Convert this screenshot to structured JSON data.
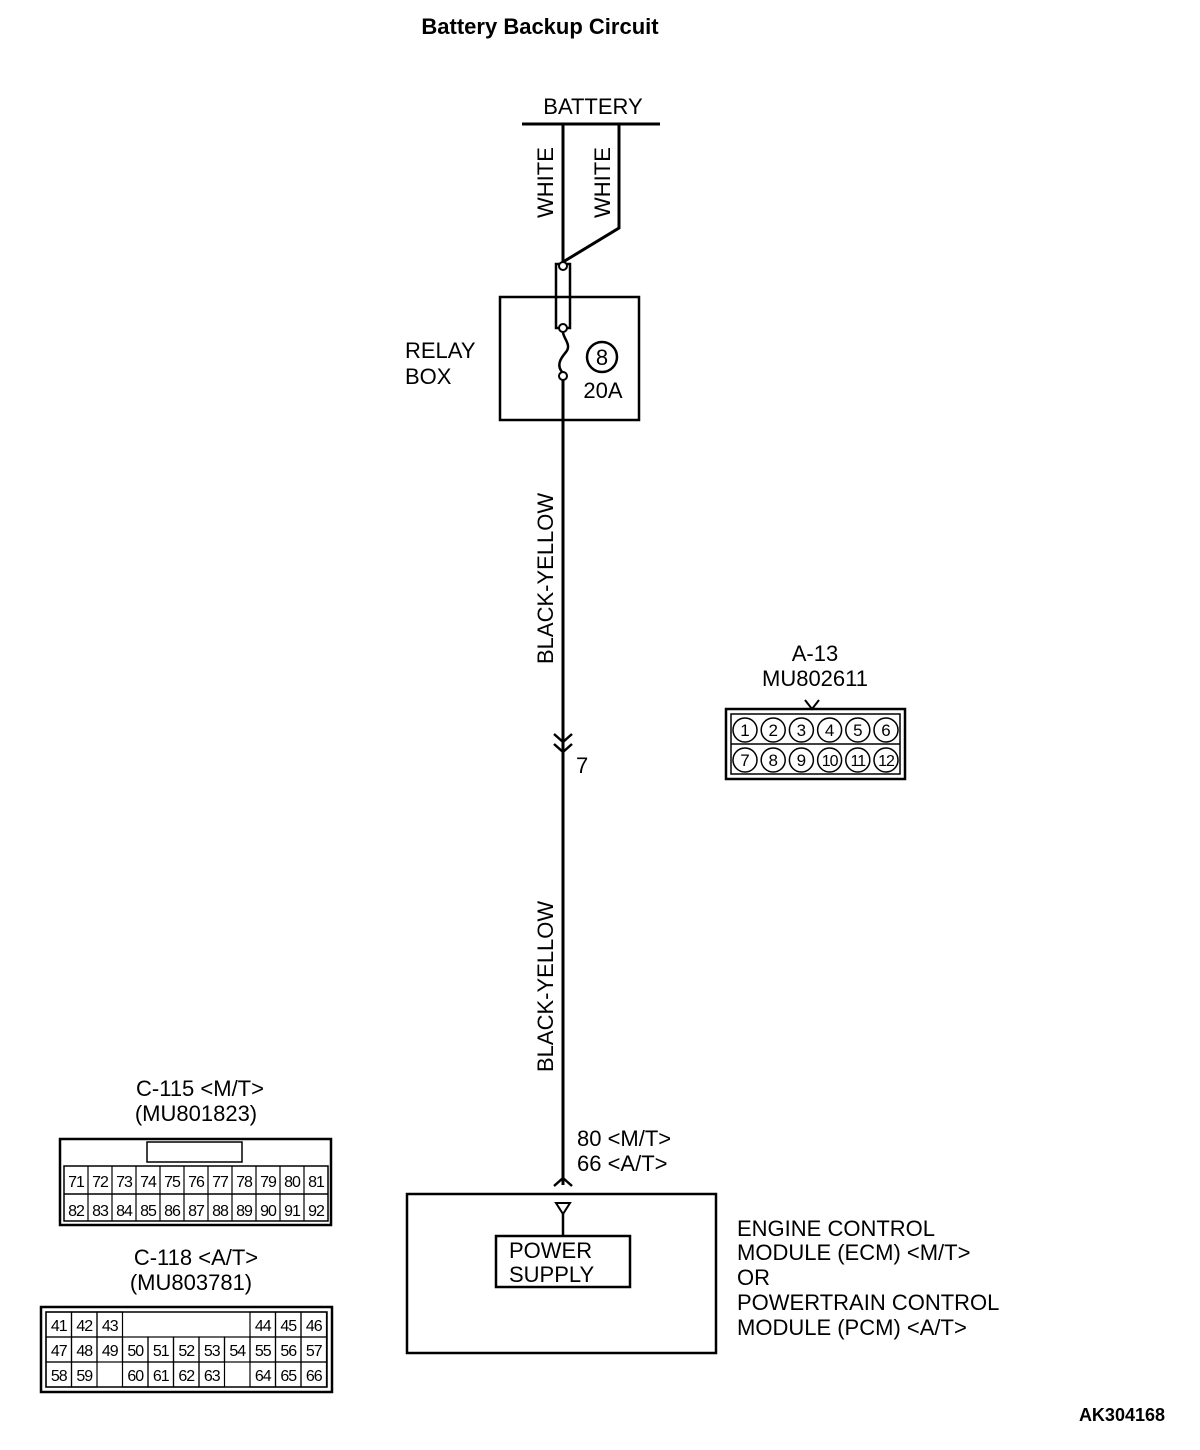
{
  "title": "Battery Backup Circuit",
  "figure_id": "AK304168",
  "battery": {
    "label": "BATTERY",
    "wire_left": "WHITE",
    "wire_right": "WHITE"
  },
  "relay_box": {
    "label_line1": "RELAY",
    "label_line2": "BOX",
    "fuse_number": "8",
    "fuse_rating": "20A"
  },
  "wire_upper": "BLACK-YELLOW",
  "wire_lower": "BLACK-YELLOW",
  "junction_pin": "7",
  "module_pins": {
    "mt": "80 <M/T>",
    "at": "66 <A/T>"
  },
  "module": {
    "inner_line1": "POWER",
    "inner_line2": "SUPPLY",
    "desc_lines": [
      "ENGINE CONTROL",
      "MODULE (ECM) <M/T>",
      "OR",
      "POWERTRAIN CONTROL",
      "MODULE (PCM) <A/T>"
    ]
  },
  "connector_a13": {
    "name": "A-13",
    "part": "MU802611",
    "pins_row1": [
      "1",
      "2",
      "3",
      "4",
      "5",
      "6"
    ],
    "pins_row2": [
      "7",
      "8",
      "9",
      "10",
      "11",
      "12"
    ]
  },
  "connector_c115": {
    "name": "C-115 <M/T>",
    "part": "(MU801823)",
    "pins_row1": [
      "71",
      "72",
      "73",
      "74",
      "75",
      "76",
      "77",
      "78",
      "79",
      "80",
      "81"
    ],
    "pins_row2": [
      "82",
      "83",
      "84",
      "85",
      "86",
      "87",
      "88",
      "89",
      "90",
      "91",
      "92"
    ]
  },
  "connector_c118": {
    "name": "C-118 <A/T>",
    "part": "(MU803781)",
    "pins_row1": [
      "41",
      "42",
      "43",
      "",
      "",
      "",
      "",
      "",
      "44",
      "45",
      "46"
    ],
    "pins_row2": [
      "47",
      "48",
      "49",
      "50",
      "51",
      "52",
      "53",
      "54",
      "55",
      "56",
      "57"
    ],
    "pins_row3": [
      "58",
      "59",
      "",
      "60",
      "61",
      "62",
      "63",
      "",
      "64",
      "65",
      "66"
    ]
  }
}
